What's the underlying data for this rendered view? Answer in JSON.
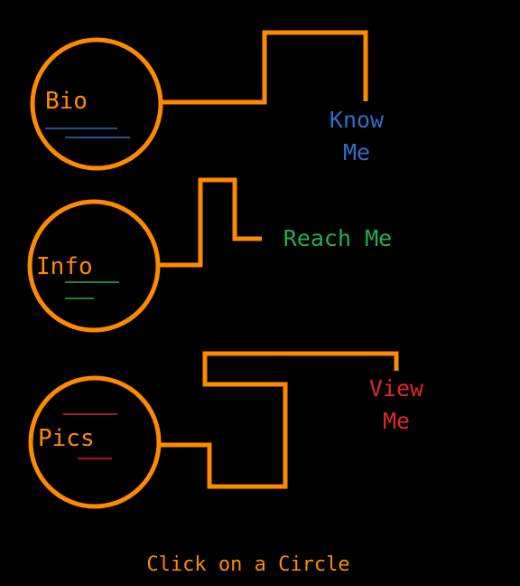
{
  "colors": {
    "background": "#000000",
    "accent": "#ff8a00",
    "bio": "#2f6ec4",
    "info": "#22b04a",
    "pics": "#e02828"
  },
  "circles": {
    "bio": {
      "label": "Bio"
    },
    "info": {
      "label": "Info"
    },
    "pics": {
      "label": "Pics"
    }
  },
  "links": {
    "bio": {
      "line1": "Know",
      "line2": "Me"
    },
    "info": {
      "text": "Reach Me"
    },
    "pics": {
      "line1": "View",
      "line2": "Me"
    }
  },
  "footer": {
    "instruction": "Click on a Circle"
  }
}
